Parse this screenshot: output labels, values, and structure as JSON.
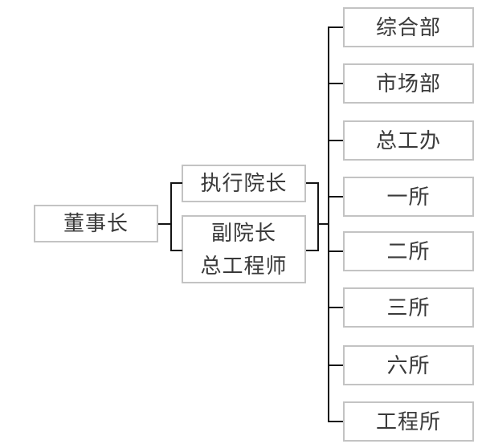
{
  "diagram": {
    "type": "org-chart",
    "root": {
      "label": "董事长"
    },
    "level2": [
      {
        "lines": [
          "执行院长"
        ]
      },
      {
        "lines": [
          "副院长",
          "总工程师"
        ]
      }
    ],
    "level3": [
      "综合部",
      "市场部",
      "总工办",
      "一所",
      "二所",
      "三所",
      "六所",
      "工程所"
    ],
    "colors": {
      "connector": "#141414",
      "box_border": "#c3c3c3",
      "text": "#3a3a3a",
      "background": "#ffffff"
    }
  }
}
